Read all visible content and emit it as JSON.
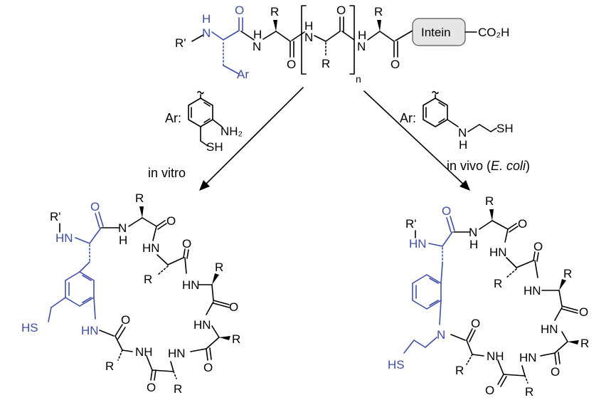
{
  "reaction": {
    "substrate": {
      "n_subscript": "n",
      "intein_label": "Intein",
      "acid_label": "CO₂H"
    },
    "left_pathway": {
      "ar_label": "Ar:",
      "nh2": "NH₂",
      "sh": "SH",
      "condition": "in vitro"
    },
    "right_pathway": {
      "ar_label": "Ar:",
      "nh": "N",
      "h": "H",
      "sh": "SH",
      "condition_prefix": "in vivo (",
      "condition_organism": "E. coli",
      "condition_suffix": ")"
    },
    "atoms": {
      "R": "R",
      "Rprime": "R'",
      "HN": "HN",
      "NH": "NH",
      "N": "N",
      "H": "H",
      "O": "O",
      "Ar": "Ar",
      "SH": "SH",
      "HS": "HS"
    },
    "colors": {
      "highlight": "#3f4ea6",
      "bond": "#000000",
      "intein_box": "#e6e6e6"
    }
  }
}
